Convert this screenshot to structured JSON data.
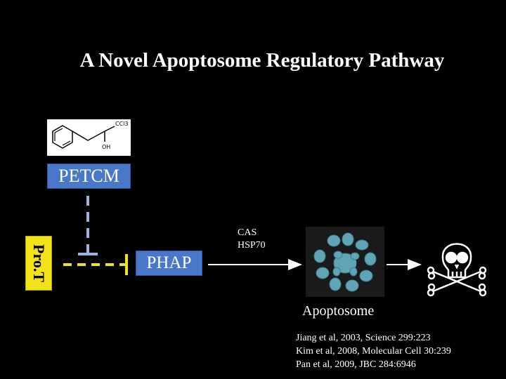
{
  "title": "A Novel Apoptosome Regulatory Pathway",
  "molecule": {
    "name": "PETCM",
    "structure_labels": {
      "substituent_top": "CCl3",
      "substituent_bottom": "OH"
    }
  },
  "nodes": {
    "prot": "Pro.T",
    "phap": "PHAP",
    "apoptosome": "Apoptosome"
  },
  "edge_labels": {
    "cas": "CAS",
    "hsp70": "HSP70"
  },
  "references": [
    "Jiang et al, 2003, Science 299:223",
    "Kim et al, 2008, Molecular Cell 30:239",
    "Pan et al, 2009, JBC 284:6946"
  ],
  "icons": {
    "death_symbol": "skull-crossbones-icon"
  },
  "colors": {
    "background": "#000000",
    "title": "#ffffff",
    "box_blue": "#4a78c8",
    "prot_yellow": "#f2e21a",
    "inhibitor_line_blue": "#9bb3dd",
    "inhibitor_line_yellow": "#f2e21a",
    "apoptosome_color": "#5fa5b5"
  }
}
